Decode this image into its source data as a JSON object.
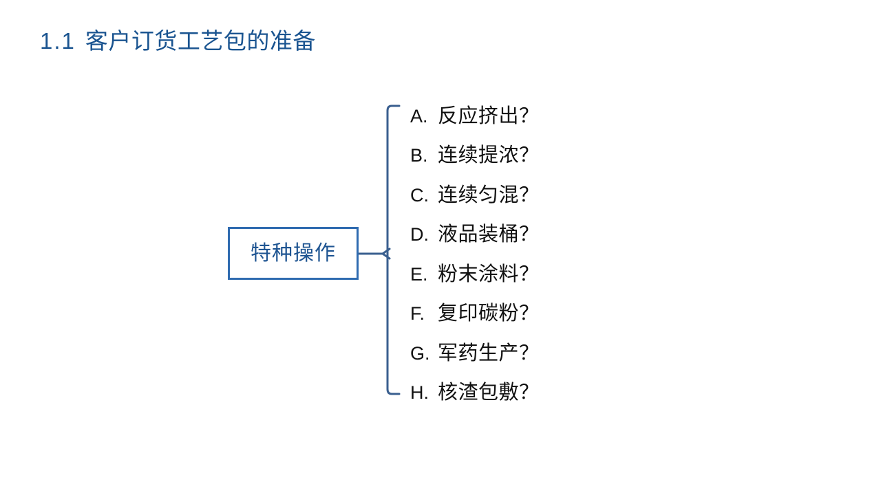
{
  "slide": {
    "background_color": "#ffffff",
    "title": {
      "number": "1.1",
      "text": "客户订货工艺包的准备",
      "color": "#1a5490"
    }
  },
  "diagram": {
    "type": "bracket-list",
    "root": {
      "label": "特种操作",
      "text_color": "#1f5592",
      "border_color": "#2f6bb0",
      "fill_color": "#ffffff"
    },
    "bracket_color": "#3a5f8f",
    "items": [
      {
        "key": "A.",
        "label": "反应挤出？"
      },
      {
        "key": "B.",
        "label": "连续提浓？"
      },
      {
        "key": "C.",
        "label": "连续匀混？"
      },
      {
        "key": "D.",
        "label": "液品装桶？"
      },
      {
        "key": "E.",
        "label": "粉末涂料？"
      },
      {
        "key": "F.",
        "label": "复印碳粉？"
      },
      {
        "key": "G.",
        "label": "军药生产？"
      },
      {
        "key": "H.",
        "label": "核渣包敷？"
      }
    ]
  }
}
